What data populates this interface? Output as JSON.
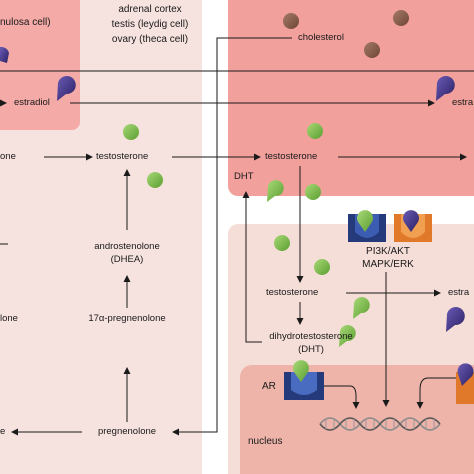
{
  "left_panel": {
    "granulosa_label": "nulosa cell)",
    "source_label": [
      "adrenal cortex",
      "testis (leydig cell)",
      "ovary (theca cell)"
    ],
    "estradiol": "estradiol",
    "testosterone_left": "one",
    "testosterone": "testosterone",
    "androstenolone": [
      "androstenolone",
      "(DHEA)"
    ],
    "pregnenolone_17a": "17α-pregnenolone",
    "pregnenolone_17a_left": "lone",
    "pregnenolone": "pregnenolone",
    "pregnenolone_left": "e"
  },
  "right_panel": {
    "cholesterol": "cholesterol",
    "estradiol_top": "estra",
    "testosterone_top": "testosterone",
    "dht_short": "DHT",
    "pathway": [
      "PI3K/AKT",
      "MAPK/ERK"
    ],
    "testosterone_mid": "testosterone",
    "estradiol_mid": "estra",
    "dht_full": [
      "dihydrotestosterone",
      "(DHT)"
    ],
    "ar": "AR",
    "nucleus": "nucleus"
  },
  "colors": {
    "panel_left": "#f6e3df",
    "panel_granulosa": "#f4aaa6",
    "panel_right_top": "#f2a09c",
    "panel_cell": "#f5ddd8",
    "panel_nucleus": "#eeb4aa",
    "cholesterol": "#8b5e4c",
    "ligand_green": "#7dc043",
    "estradiol_purple": "#3d2e86",
    "receptor_blue": "#243a7a",
    "receptor_orange": "#e07a2a"
  }
}
